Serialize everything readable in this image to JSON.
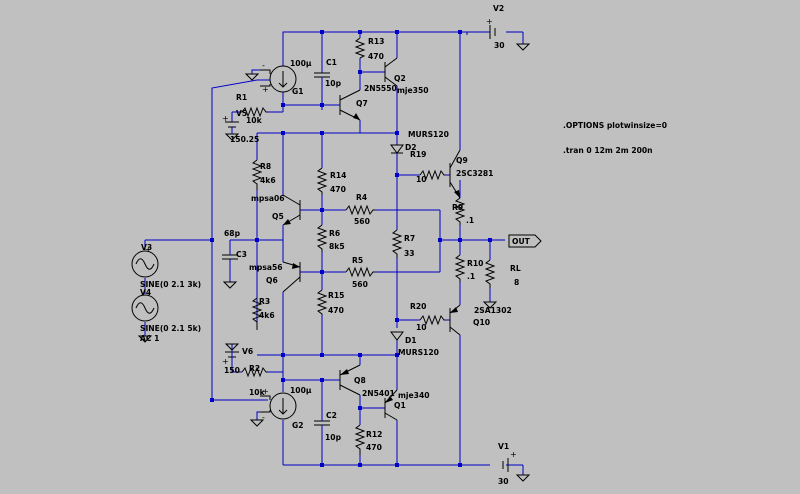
{
  "colors": {
    "background": "#c0c0c0",
    "wire": "#0000c8",
    "component": "#000000"
  },
  "directives": {
    "options": ".OPTIONS plotwinsize=0",
    "tran": ".tran 0 12m 2m 200n"
  },
  "net_labels": {
    "out": "OUT"
  },
  "components": {
    "v1": {
      "name": "V1",
      "value": "30"
    },
    "v2": {
      "name": "V2",
      "value": "30"
    },
    "v3": {
      "name": "V3",
      "value": "SINE(0 2.1 3k)"
    },
    "v4": {
      "name": "V4",
      "value": "SINE(0 2.1 5k)",
      "ac": "AC 1"
    },
    "v5": {
      "name": "V5",
      "value": "150.25"
    },
    "v6": {
      "name": "V6",
      "value": "150"
    },
    "g1": {
      "name": "G1",
      "value": "100µ"
    },
    "g2": {
      "name": "G2",
      "value": "100µ"
    },
    "r1": {
      "name": "R1",
      "value": "10k"
    },
    "r2": {
      "name": "R2",
      "value": "10k"
    },
    "r3": {
      "name": "R3",
      "value": "4k6"
    },
    "r4": {
      "name": "R4",
      "value": "560"
    },
    "r5": {
      "name": "R5",
      "value": "560"
    },
    "r6": {
      "name": "R6",
      "value": "8k5"
    },
    "r7": {
      "name": "R7",
      "value": "33"
    },
    "r8": {
      "name": "R8",
      "value": "4k6"
    },
    "r9": {
      "name": "R9",
      "value": ".1"
    },
    "r10": {
      "name": "R10",
      "value": ".1"
    },
    "r12": {
      "name": "R12",
      "value": "470"
    },
    "r13": {
      "name": "R13",
      "value": "470"
    },
    "r14": {
      "name": "R14",
      "value": "470"
    },
    "r15": {
      "name": "R15",
      "value": "470"
    },
    "r19": {
      "name": "R19",
      "value": "10"
    },
    "r20": {
      "name": "R20",
      "value": "10"
    },
    "rl": {
      "name": "RL",
      "value": "8"
    },
    "c1": {
      "name": "C1",
      "value": "10p"
    },
    "c2": {
      "name": "C2",
      "value": "10p"
    },
    "c3": {
      "name": "C3",
      "value": "68p"
    },
    "d1": {
      "name": "D1",
      "value": "MURS120"
    },
    "d2": {
      "name": "D2",
      "value": "MURS120"
    },
    "q1": {
      "name": "Q1",
      "value": "mje340"
    },
    "q2": {
      "name": "Q2",
      "value": "mje350"
    },
    "q5": {
      "name": "Q5",
      "value": "mpsa06"
    },
    "q6": {
      "name": "Q6",
      "value": "mpsa56"
    },
    "q7": {
      "name": "Q7",
      "value": "2N5550"
    },
    "q8": {
      "name": "Q8",
      "value": "2N5401"
    },
    "q9": {
      "name": "Q9",
      "value": "2SC3281"
    },
    "q10": {
      "name": "Q10",
      "value": "2SA1302"
    }
  }
}
